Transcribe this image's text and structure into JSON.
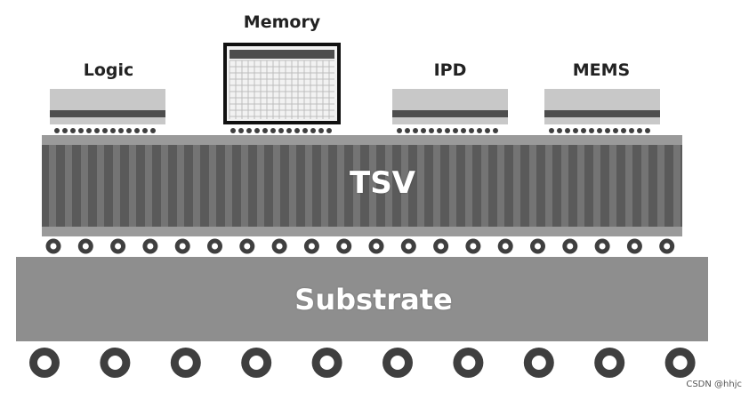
{
  "diagram": {
    "chips": [
      {
        "id": "logic",
        "label": "Logic"
      },
      {
        "id": "memory",
        "label": "Memory"
      },
      {
        "id": "ipd",
        "label": "IPD"
      },
      {
        "id": "mems",
        "label": "MEMS"
      }
    ],
    "interposer_label": "TSV",
    "substrate_label": "Substrate",
    "watermark": "CSDN @hhjc"
  },
  "colors": {
    "chip_body": "#c8c8c8",
    "chip_band": "#4d4d4d",
    "memory_border": "#111111",
    "memory_grid": "#bdbdbd",
    "interposer_dark": "#5a5a5a",
    "interposer_light": "#7e7e7e",
    "interposer_edge": "#9a9a9a",
    "substrate": "#8e8e8e",
    "ball": "#3f3f3f",
    "ball_hole": "#ffffff"
  }
}
